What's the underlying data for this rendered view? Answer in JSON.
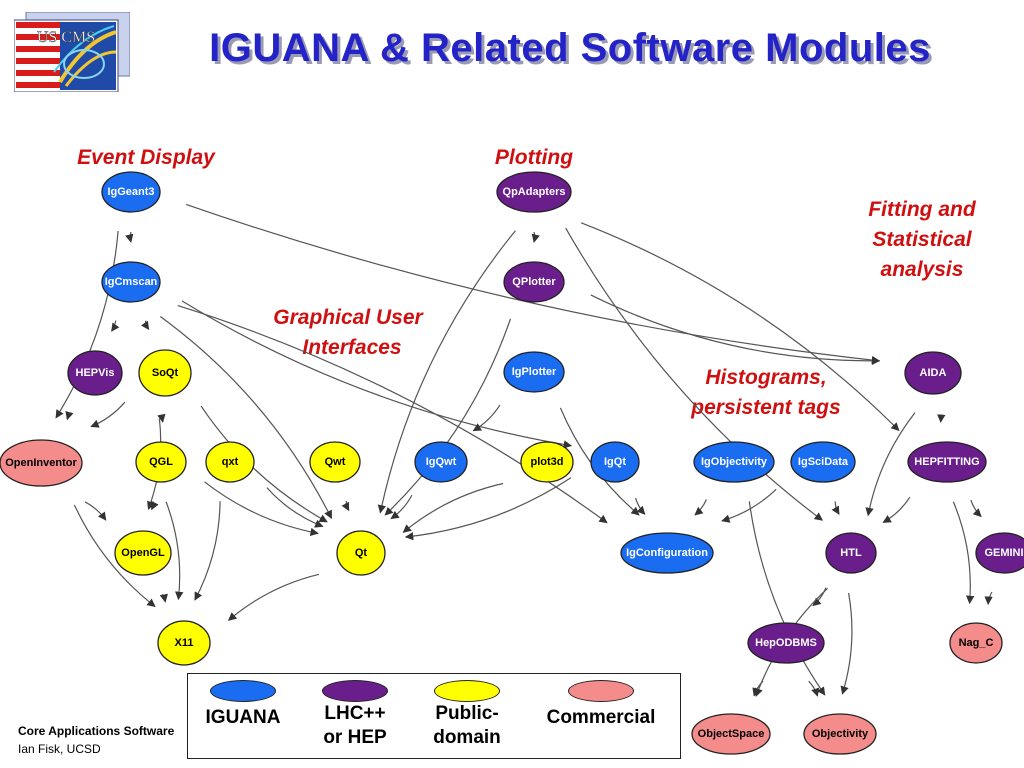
{
  "header": {
    "title": "IGUANA & Related Software Modules",
    "logo_text": "US CMS"
  },
  "categories": {
    "event_display": "Event Display",
    "plotting": "Plotting",
    "fitting_line1": "Fitting and",
    "fitting_line2": "Statistical",
    "fitting_line3": "analysis",
    "gui_line1": "Graphical User",
    "gui_line2": "Interfaces",
    "hist_line1": "Histograms,",
    "hist_line2": "persistent tags"
  },
  "colors": {
    "iguana": "#1a6cf0",
    "lhc": "#6a1e8c",
    "public": "#ffff00",
    "commercial": "#f48c8c",
    "title": "#2323c8",
    "category": "#d01010"
  },
  "nodes": [
    {
      "id": "IgGeant3",
      "label": "IgGeant3",
      "group": "iguana"
    },
    {
      "id": "IgCmscan",
      "label": "IgCmscan",
      "group": "iguana"
    },
    {
      "id": "HEPVis",
      "label": "HEPVis",
      "group": "lhc"
    },
    {
      "id": "SoQt",
      "label": "SoQt",
      "group": "public"
    },
    {
      "id": "OpenInventor",
      "label": "OpenInventor",
      "group": "commercial"
    },
    {
      "id": "QGL",
      "label": "QGL",
      "group": "public"
    },
    {
      "id": "qxt",
      "label": "qxt",
      "group": "public"
    },
    {
      "id": "Qwt",
      "label": "Qwt",
      "group": "public"
    },
    {
      "id": "OpenGL",
      "label": "OpenGL",
      "group": "public"
    },
    {
      "id": "Qt",
      "label": "Qt",
      "group": "public"
    },
    {
      "id": "X11",
      "label": "X11",
      "group": "public"
    },
    {
      "id": "QpAdapters",
      "label": "QpAdapters",
      "group": "lhc"
    },
    {
      "id": "QPlotter",
      "label": "QPlotter",
      "group": "lhc"
    },
    {
      "id": "IgPlotter",
      "label": "IgPlotter",
      "group": "iguana"
    },
    {
      "id": "IgQwt",
      "label": "IgQwt",
      "group": "iguana"
    },
    {
      "id": "plot3d",
      "label": "plot3d",
      "group": "public"
    },
    {
      "id": "IgQt",
      "label": "IgQt",
      "group": "iguana"
    },
    {
      "id": "IgObjectivity",
      "label": "IgObjectivity",
      "group": "iguana"
    },
    {
      "id": "IgSciData",
      "label": "IgSciData",
      "group": "iguana"
    },
    {
      "id": "IgConfiguration",
      "label": "IgConfiguration",
      "group": "iguana"
    },
    {
      "id": "AIDA",
      "label": "AIDA",
      "group": "lhc"
    },
    {
      "id": "HEPFITTING",
      "label": "HEPFITTING",
      "group": "lhc"
    },
    {
      "id": "HTL",
      "label": "HTL",
      "group": "lhc"
    },
    {
      "id": "GEMINI",
      "label": "GEMINI",
      "group": "lhc"
    },
    {
      "id": "HepODBMS",
      "label": "HepODBMS",
      "group": "lhc"
    },
    {
      "id": "Nag_C",
      "label": "Nag_C",
      "group": "commercial"
    },
    {
      "id": "ObjectSpace",
      "label": "ObjectSpace",
      "group": "commercial"
    },
    {
      "id": "Objectivity",
      "label": "Objectivity",
      "group": "commercial"
    }
  ],
  "edges": [
    [
      "IgGeant3",
      "IgCmscan"
    ],
    [
      "IgGeant3",
      "OpenInventor"
    ],
    [
      "IgGeant3",
      "AIDA"
    ],
    [
      "IgCmscan",
      "HEPVis"
    ],
    [
      "IgCmscan",
      "SoQt"
    ],
    [
      "IgCmscan",
      "Qt"
    ],
    [
      "IgCmscan",
      "IgQt"
    ],
    [
      "IgCmscan",
      "IgConfiguration"
    ],
    [
      "HEPVis",
      "OpenInventor"
    ],
    [
      "SoQt",
      "OpenInventor"
    ],
    [
      "SoQt",
      "QGL"
    ],
    [
      "SoQt",
      "OpenGL"
    ],
    [
      "SoQt",
      "Qt"
    ],
    [
      "OpenInventor",
      "OpenGL"
    ],
    [
      "OpenInventor",
      "X11"
    ],
    [
      "QGL",
      "OpenGL"
    ],
    [
      "QGL",
      "Qt"
    ],
    [
      "QGL",
      "X11"
    ],
    [
      "qxt",
      "Qt"
    ],
    [
      "qxt",
      "X11"
    ],
    [
      "Qwt",
      "Qt"
    ],
    [
      "OpenGL",
      "X11"
    ],
    [
      "Qt",
      "X11"
    ],
    [
      "QpAdapters",
      "QPlotter"
    ],
    [
      "QpAdapters",
      "Qt"
    ],
    [
      "QpAdapters",
      "HEPFITTING"
    ],
    [
      "QpAdapters",
      "HTL"
    ],
    [
      "QPlotter",
      "Qt"
    ],
    [
      "QPlotter",
      "AIDA"
    ],
    [
      "IgPlotter",
      "IgQwt"
    ],
    [
      "IgPlotter",
      "IgConfiguration"
    ],
    [
      "IgQwt",
      "Qt"
    ],
    [
      "plot3d",
      "Qt"
    ],
    [
      "IgQt",
      "Qt"
    ],
    [
      "IgQt",
      "IgConfiguration"
    ],
    [
      "IgObjectivity",
      "IgConfiguration"
    ],
    [
      "IgObjectivity",
      "Objectivity"
    ],
    [
      "IgSciData",
      "IgConfiguration"
    ],
    [
      "IgSciData",
      "HTL"
    ],
    [
      "AIDA",
      "HEPFITTING"
    ],
    [
      "AIDA",
      "HTL"
    ],
    [
      "HEPFITTING",
      "HTL"
    ],
    [
      "HEPFITTING",
      "GEMINI"
    ],
    [
      "HEPFITTING",
      "Nag_C"
    ],
    [
      "GEMINI",
      "Nag_C"
    ],
    [
      "HTL",
      "HepODBMS"
    ],
    [
      "HTL",
      "ObjectSpace"
    ],
    [
      "HTL",
      "Objectivity"
    ],
    [
      "HepODBMS",
      "ObjectSpace"
    ],
    [
      "HepODBMS",
      "Objectivity"
    ]
  ],
  "legend": {
    "iguana": "IGUANA",
    "lhc_line1": "LHC++",
    "lhc_line2": "or HEP",
    "public_line1": "Public-",
    "public_line2": "domain",
    "commercial": "Commercial"
  },
  "footer": {
    "line1": "Core Applications Software",
    "line2": "Ian Fisk, UCSD"
  }
}
